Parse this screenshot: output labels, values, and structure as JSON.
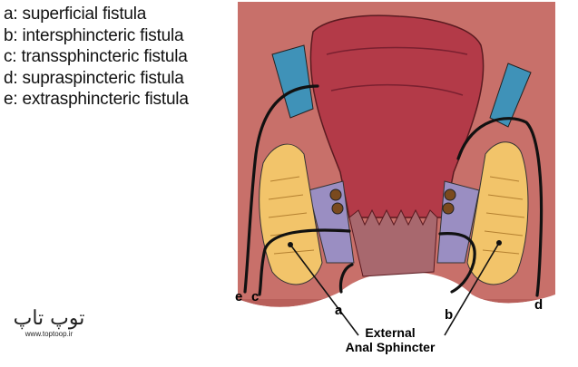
{
  "legend": {
    "items": [
      "a: superficial fistula",
      "b: intersphincteric fistula",
      "c: transsphincteric fistula",
      "d: supraspincteric fistula",
      "e: extrasphincteric fistula"
    ]
  },
  "diagram_labels": {
    "a": "a",
    "b": "b",
    "c": "c",
    "d": "d",
    "e": "e",
    "sphincter_line1": "External",
    "sphincter_line2": "Anal Sphincter"
  },
  "watermark": {
    "logo": "توپ تاپ",
    "url": "www.toptoop.ir"
  },
  "colors": {
    "background_tissue": "#c8706a",
    "rectum": "#b33a48",
    "anal_canal": "#a8686e",
    "fat_yellow": "#f2c46a",
    "levator_blue": "#3f92b8",
    "internal_sphincter": "#9a8ec2",
    "fistula_line": "#111111"
  }
}
